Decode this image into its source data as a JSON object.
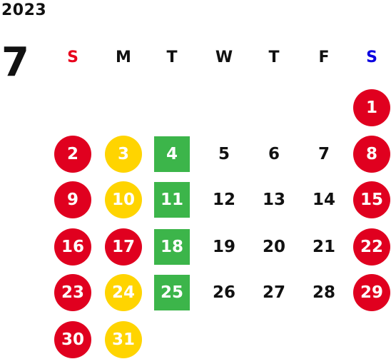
{
  "year": "2023",
  "month": "7",
  "weekdays": [
    {
      "label": "S",
      "color": "#e8001c"
    },
    {
      "label": "M",
      "color": "#111111"
    },
    {
      "label": "T",
      "color": "#111111"
    },
    {
      "label": "W",
      "color": "#111111"
    },
    {
      "label": "T",
      "color": "#111111"
    },
    {
      "label": "F",
      "color": "#111111"
    },
    {
      "label": "S",
      "color": "#0a00e0"
    }
  ],
  "colors": {
    "red": "#e0001f",
    "yellow": "#ffd400",
    "green": "#3cb54a"
  },
  "days": [
    {
      "day": "1",
      "style": "red"
    },
    {
      "day": "2",
      "style": "red"
    },
    {
      "day": "3",
      "style": "yellow"
    },
    {
      "day": "4",
      "style": "green"
    },
    {
      "day": "5",
      "style": "plain"
    },
    {
      "day": "6",
      "style": "plain"
    },
    {
      "day": "7",
      "style": "plain"
    },
    {
      "day": "8",
      "style": "red"
    },
    {
      "day": "9",
      "style": "red"
    },
    {
      "day": "10",
      "style": "yellow"
    },
    {
      "day": "11",
      "style": "green"
    },
    {
      "day": "12",
      "style": "plain"
    },
    {
      "day": "13",
      "style": "plain"
    },
    {
      "day": "14",
      "style": "plain"
    },
    {
      "day": "15",
      "style": "red"
    },
    {
      "day": "16",
      "style": "red"
    },
    {
      "day": "17",
      "style": "red"
    },
    {
      "day": "18",
      "style": "green"
    },
    {
      "day": "19",
      "style": "plain"
    },
    {
      "day": "20",
      "style": "plain"
    },
    {
      "day": "21",
      "style": "plain"
    },
    {
      "day": "22",
      "style": "red"
    },
    {
      "day": "23",
      "style": "red"
    },
    {
      "day": "24",
      "style": "yellow"
    },
    {
      "day": "25",
      "style": "green"
    },
    {
      "day": "26",
      "style": "plain"
    },
    {
      "day": "27",
      "style": "plain"
    },
    {
      "day": "28",
      "style": "plain"
    },
    {
      "day": "29",
      "style": "red"
    },
    {
      "day": "30",
      "style": "red"
    },
    {
      "day": "31",
      "style": "yellow"
    }
  ]
}
